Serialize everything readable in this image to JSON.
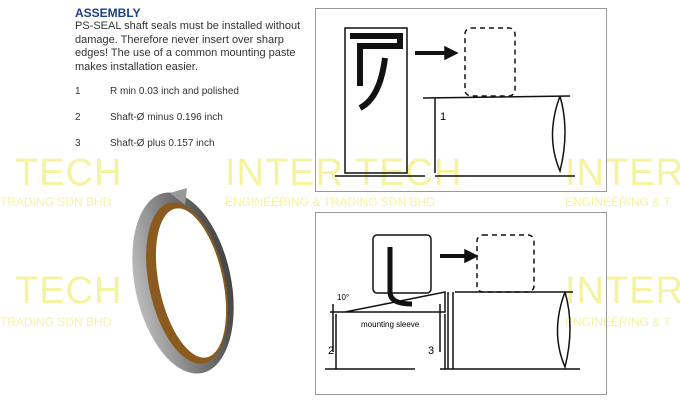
{
  "heading": "ASSEMBLY",
  "intro": "PS-SEAL shaft seals must be installed without damage. Therefore never insert over sharp edges! The use of a common mounting paste makes installation easier.",
  "items": [
    {
      "num": "1",
      "text": "R min 0.03 inch and polished"
    },
    {
      "num": "2",
      "text": "Shaft-Ø minus 0.196 inch"
    },
    {
      "num": "3",
      "text": "Shaft-Ø plus 0.157 inch"
    }
  ],
  "diagram_top": {
    "label_1": "1"
  },
  "diagram_bottom": {
    "angle": "10°",
    "sleeve": "mounting sleeve",
    "label_2": "2",
    "label_3": "3"
  },
  "watermark": {
    "big_left": "TECH",
    "big_mid": "INTER TECH",
    "big_right": "INTER",
    "small_left": "TRADING SDN BHD",
    "small_mid": "ENGINEERING & TRADING SDN BHD",
    "small_right": "ENGINEERING & T"
  },
  "colors": {
    "heading": "#1b3f8a",
    "seal_brown": "#8a5a1e",
    "watermark": "#f6f3a0"
  }
}
